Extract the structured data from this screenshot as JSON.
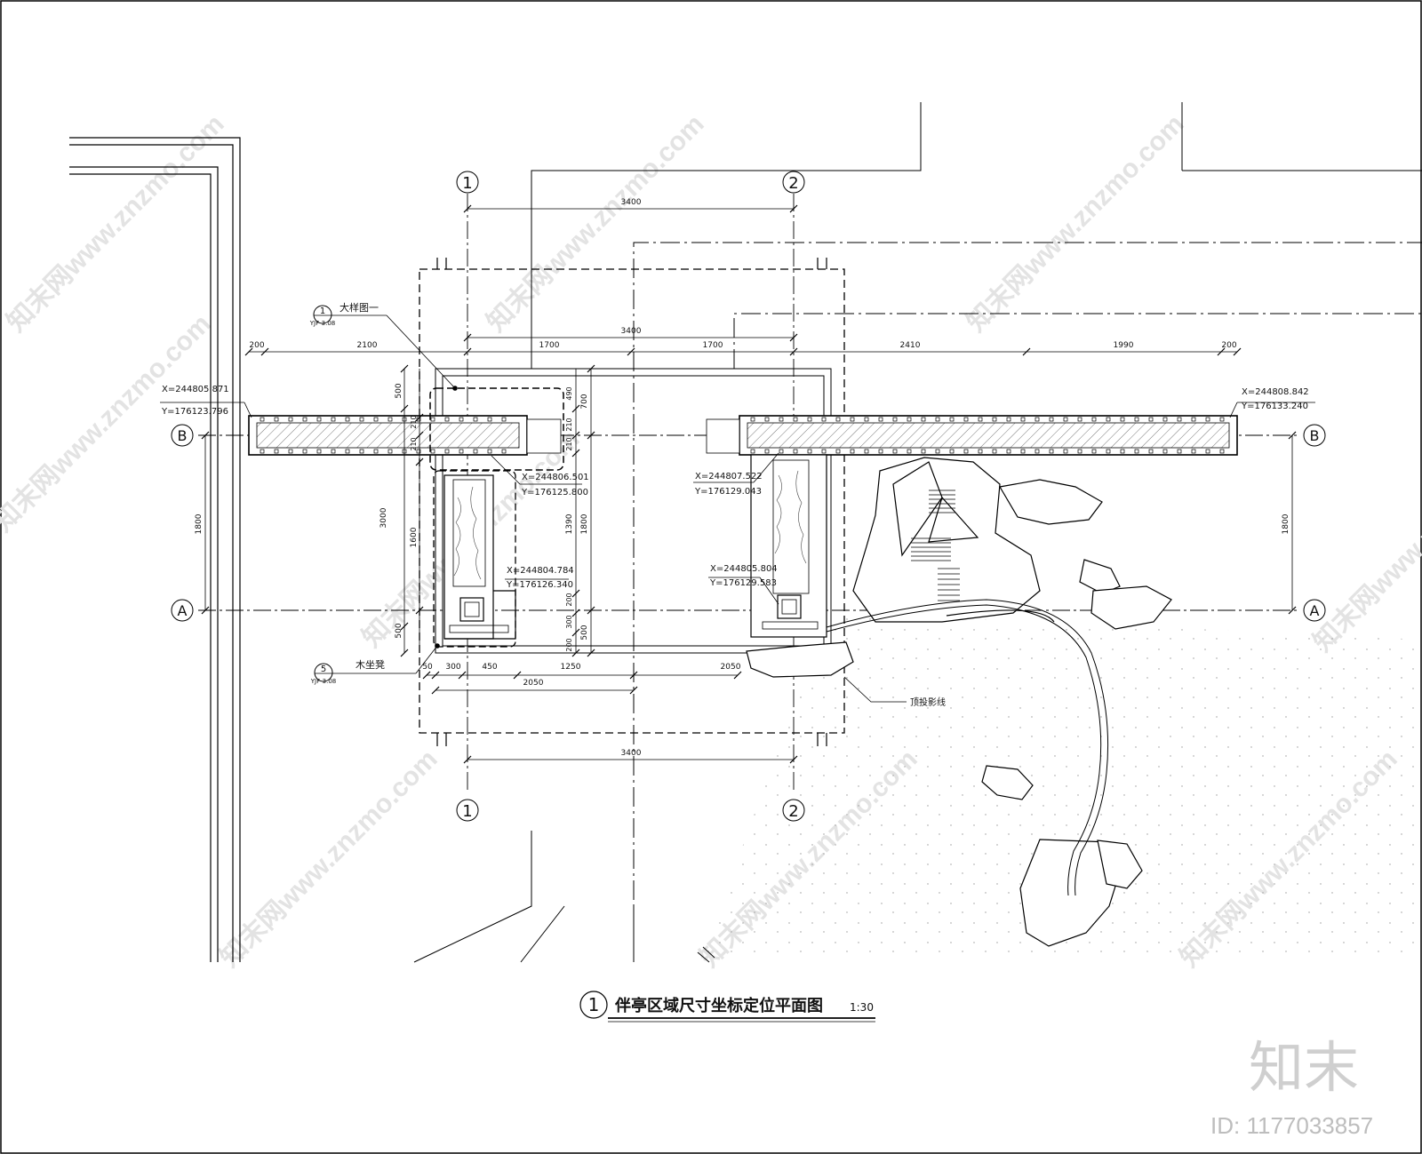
{
  "grid": {
    "axis_1": "1",
    "axis_2": "2",
    "axis_A": "A",
    "axis_B": "B"
  },
  "dimensions": {
    "top_span": "3400",
    "mid_span": "3400",
    "bottom_span": "3400",
    "row": [
      "200",
      "2100",
      "1700",
      "1700",
      "2410",
      "1990",
      "200"
    ],
    "left_bay": "1800",
    "right_bay": "1800",
    "lower_row": [
      "50",
      "300",
      "450",
      "1250",
      "2050"
    ],
    "lower_total": "2050",
    "left_stack_outer": [
      "500",
      "3000",
      "500"
    ],
    "left_stack_inner": [
      "210",
      "210",
      "1600"
    ],
    "right_stack_outer": [
      "700",
      "1800",
      "500"
    ],
    "right_stack_inner": [
      "490",
      "210",
      "210",
      "1390",
      "200",
      "300",
      "200"
    ]
  },
  "coordinates": {
    "c1_x": "X=244805.871",
    "c1_y": "Y=176123.796",
    "c2_x": "X=244806.501",
    "c2_y": "Y=176125.800",
    "c3_x": "X=244804.784",
    "c3_y": "Y=176126.340",
    "c4_x": "X=244807.522",
    "c4_y": "Y=176129.043",
    "c5_x": "X=244805.804",
    "c5_y": "Y=176129.583",
    "c6_x": "X=244808.842",
    "c6_y": "Y=176133.240"
  },
  "callouts": {
    "detail_num": "1",
    "detail_ref": "YJF-3.08",
    "detail_label": "大样图一",
    "bench_num": "5",
    "bench_ref": "YJF-3.08",
    "bench_label": "木坐凳",
    "roof_label": "顶投影线"
  },
  "title": {
    "number": "1",
    "text": "伴亭区域尺寸坐标定位平面图",
    "scale": "1:30"
  },
  "watermark": {
    "site": "知末网www.znzmo.com",
    "brand": "知末",
    "id": "ID: 1177033857"
  }
}
